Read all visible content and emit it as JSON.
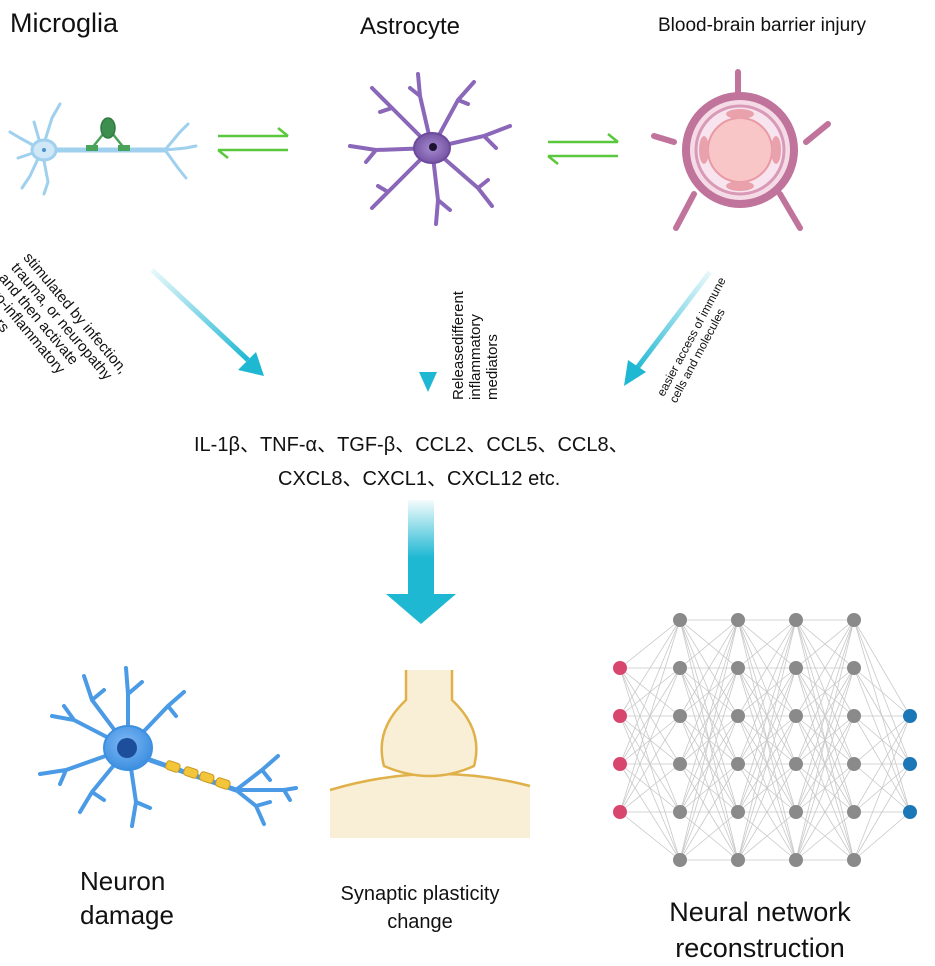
{
  "top": {
    "microglia": "Microglia",
    "astrocyte": "Astrocyte",
    "bbb": "Blood-brain barrier injury"
  },
  "arrows": {
    "left_text": [
      "stimulated by infection,",
      "trauma, or neuropathy",
      "and then activate",
      "pro-inflammatory",
      "factors"
    ],
    "middle_text": [
      "Releasedifferent",
      "inflammatory",
      "mediators"
    ],
    "right_text": [
      "easier access of immune",
      "cells and molecules"
    ]
  },
  "mediators": {
    "line1": "IL-1β、TNF-α、TGF-β、CCL2、CCL5、CCL8、",
    "line2": "CXCL8、CXCL1、CXCL12 etc."
  },
  "outcomes": {
    "neuron_line1": "Neuron",
    "neuron_line2": "damage",
    "synaptic_line1": "Synaptic plasticity",
    "synaptic_line2": "change",
    "network_line1": "Neural network",
    "network_line2": "reconstruction"
  },
  "colors": {
    "arrow_cyan": "#1fb8d3",
    "equilibrium_green": "#5ac83c",
    "astrocyte_purple": "#7d5aa8",
    "vessel_pink": "#c0739b",
    "neuron_blue": "#3d8fe0",
    "synapse_gold": "#e0b14a",
    "node_red": "#d8456d",
    "node_blue": "#1c77b6",
    "node_gray": "#8a8a8a"
  }
}
